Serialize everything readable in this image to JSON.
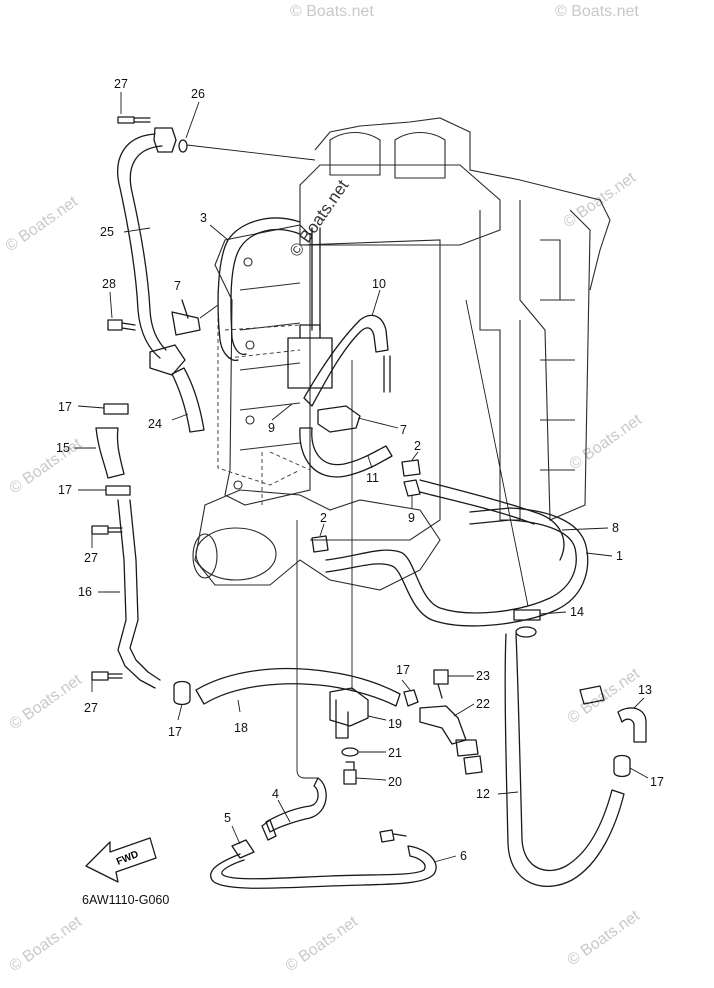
{
  "drawing_code": "6AW1110-G060",
  "fwd_label": "FWD",
  "watermark": "© Boats.net",
  "callouts": {
    "n27a": "27",
    "n26": "26",
    "n3": "3",
    "n25": "25",
    "n7a": "7",
    "n28": "28",
    "n10": "10",
    "n17a": "17",
    "n24": "24",
    "n9a": "9",
    "n7b": "7",
    "n15": "15",
    "n2a": "2",
    "n11": "11",
    "n17b": "17",
    "n9b": "9",
    "n2b": "2",
    "n8": "8",
    "n27b": "27",
    "n1": "1",
    "n16": "16",
    "n14": "14",
    "n17c": "17",
    "n23": "23",
    "n22": "22",
    "n13": "13",
    "n27c": "27",
    "n18": "18",
    "n19": "19",
    "n17d": "17",
    "n17e": "17",
    "n21": "21",
    "n20": "20",
    "n12": "12",
    "n4": "4",
    "n5": "5",
    "n6": "6"
  }
}
